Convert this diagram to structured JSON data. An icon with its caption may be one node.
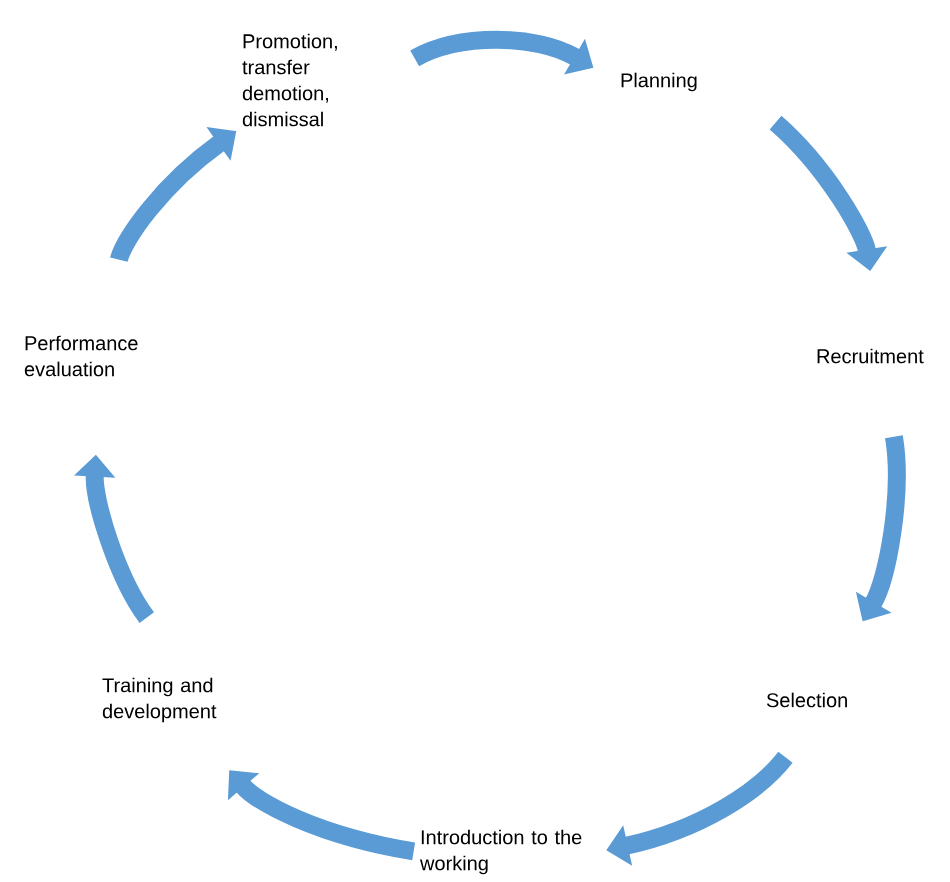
{
  "diagram": {
    "nodes": [
      {
        "text": [
          "Planning"
        ]
      },
      {
        "text": [
          "Recruitment"
        ]
      },
      {
        "text": [
          "Selection"
        ]
      },
      {
        "text": [
          "Introduction to the working"
        ]
      },
      {
        "text": [
          "Training and development"
        ]
      },
      {
        "text": [
          "Performance evaluation"
        ]
      },
      {
        "text": [
          "Promotion, transfer demotion, dismissal"
        ]
      }
    ],
    "edges": [
      {
        "from": 6,
        "to": 0,
        "arrow": "to"
      },
      {
        "from": 0,
        "to": 1,
        "arrow": "to"
      },
      {
        "from": 1,
        "to": 2,
        "arrow": "to"
      },
      {
        "from": 2,
        "to": 3,
        "arrow": "to"
      },
      {
        "from": 3,
        "to": 4,
        "arrow": "to"
      },
      {
        "from": 4,
        "to": 5,
        "arrow": "to"
      },
      {
        "from": 5,
        "to": 6,
        "arrow": "to"
      }
    ]
  }
}
